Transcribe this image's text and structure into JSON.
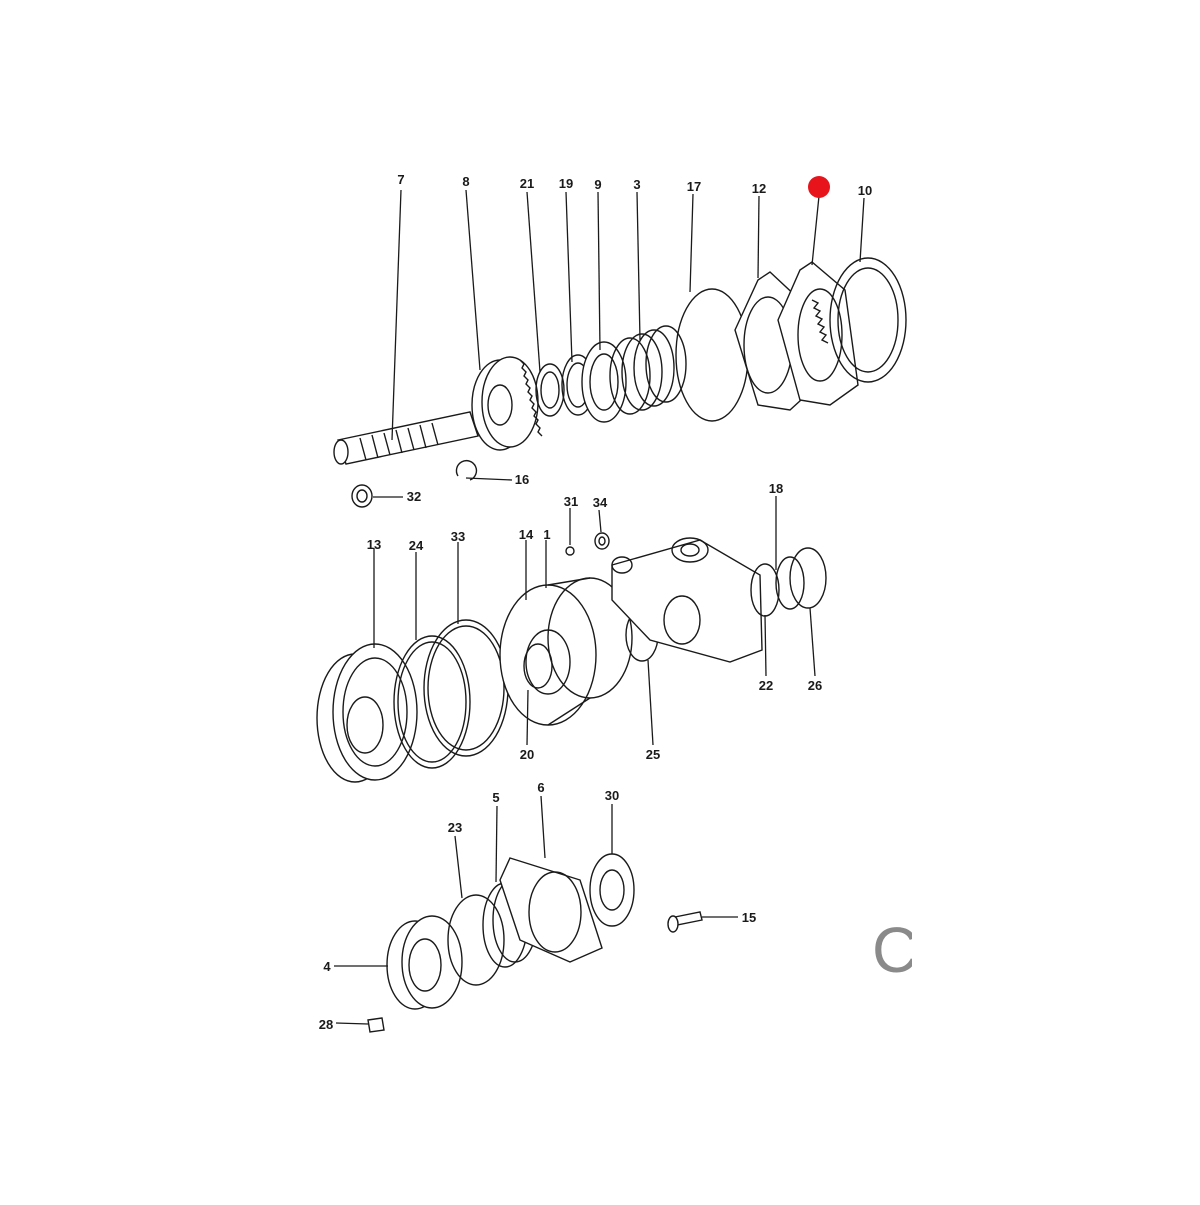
{
  "diagram": {
    "parts": [
      {
        "id": "p7",
        "label": "7"
      },
      {
        "id": "p8",
        "label": "8"
      },
      {
        "id": "p21",
        "label": "21"
      },
      {
        "id": "p19",
        "label": "19"
      },
      {
        "id": "p9",
        "label": "9"
      },
      {
        "id": "p3",
        "label": "3"
      },
      {
        "id": "p17",
        "label": "17"
      },
      {
        "id": "p12",
        "label": "12"
      },
      {
        "id": "p10",
        "label": "10"
      },
      {
        "id": "p16",
        "label": "16"
      },
      {
        "id": "p32",
        "label": "32"
      },
      {
        "id": "p31",
        "label": "31"
      },
      {
        "id": "p34",
        "label": "34"
      },
      {
        "id": "p18",
        "label": "18"
      },
      {
        "id": "p13",
        "label": "13"
      },
      {
        "id": "p24",
        "label": "24"
      },
      {
        "id": "p33",
        "label": "33"
      },
      {
        "id": "p14",
        "label": "14"
      },
      {
        "id": "p1",
        "label": "1"
      },
      {
        "id": "p22",
        "label": "22"
      },
      {
        "id": "p26",
        "label": "26"
      },
      {
        "id": "p20",
        "label": "20"
      },
      {
        "id": "p25",
        "label": "25"
      },
      {
        "id": "p5",
        "label": "5"
      },
      {
        "id": "p6",
        "label": "6"
      },
      {
        "id": "p30",
        "label": "30"
      },
      {
        "id": "p23",
        "label": "23"
      },
      {
        "id": "p15",
        "label": "15"
      },
      {
        "id": "p4",
        "label": "4"
      },
      {
        "id": "p28",
        "label": "28"
      }
    ],
    "highlight": {
      "color": "#e8141c"
    },
    "watermark_text": "C"
  }
}
